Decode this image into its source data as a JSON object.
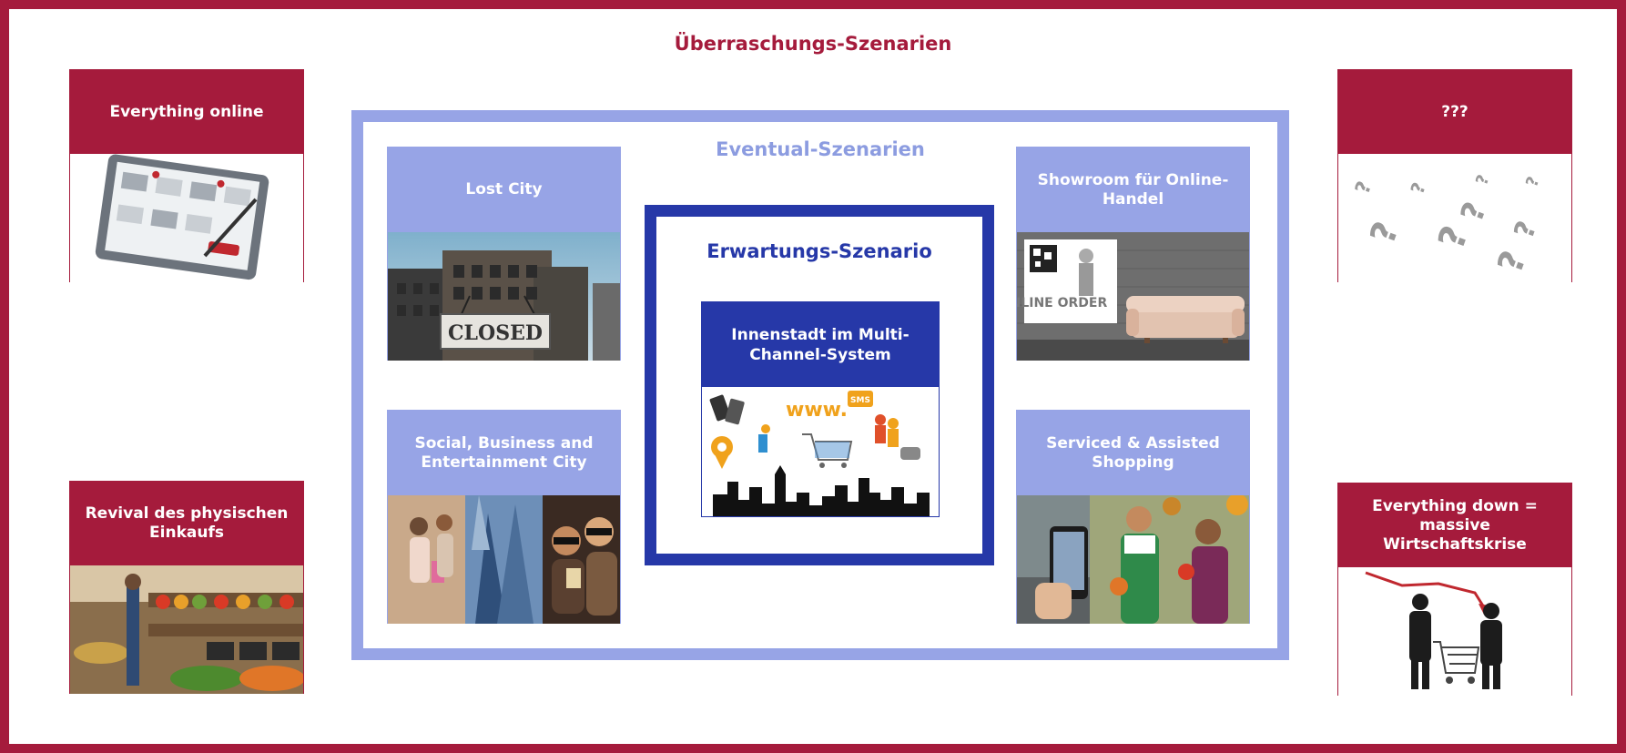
{
  "title": "Überraschungs-Szenarien",
  "surprise_scenarios": {
    "top_left": {
      "label": "Everything online",
      "icon": "tablet-shopping-icon"
    },
    "bottom_left": {
      "label": "Revival des physischen Einkaufs",
      "icon": "market-stall-icon"
    },
    "top_right": {
      "label": "???",
      "icon": "question-marks-icon"
    },
    "bottom_right": {
      "label": "Everything down = massive Wirtschaftskrise",
      "icon": "crisis-shopping-cart-icon"
    }
  },
  "eventual": {
    "title": "Eventual-Szenarien",
    "top_left": {
      "label": "Lost City",
      "icon": "closed-sign-icon",
      "image_text": "CLOSED"
    },
    "bottom_left": {
      "label": "Social, Business and Entertainment City",
      "icon": "city-life-icon"
    },
    "top_right": {
      "label": "Showroom für Online-Handel",
      "icon": "showroom-sofa-icon",
      "image_text": "ONLINE ORDER"
    },
    "bottom_right": {
      "label": "Serviced & Assisted Shopping",
      "icon": "assisted-shopping-icon"
    }
  },
  "expectation": {
    "title": "Erwartungs-Szenario",
    "card": {
      "label": "Innenstadt im Multi-Channel-System",
      "icon": "multichannel-city-icon",
      "image_text": "www.",
      "sms_text": "SMS"
    }
  },
  "colors": {
    "surprise": "#a51b3c",
    "eventual": "#97a4e6",
    "expectation": "#2638a8"
  }
}
